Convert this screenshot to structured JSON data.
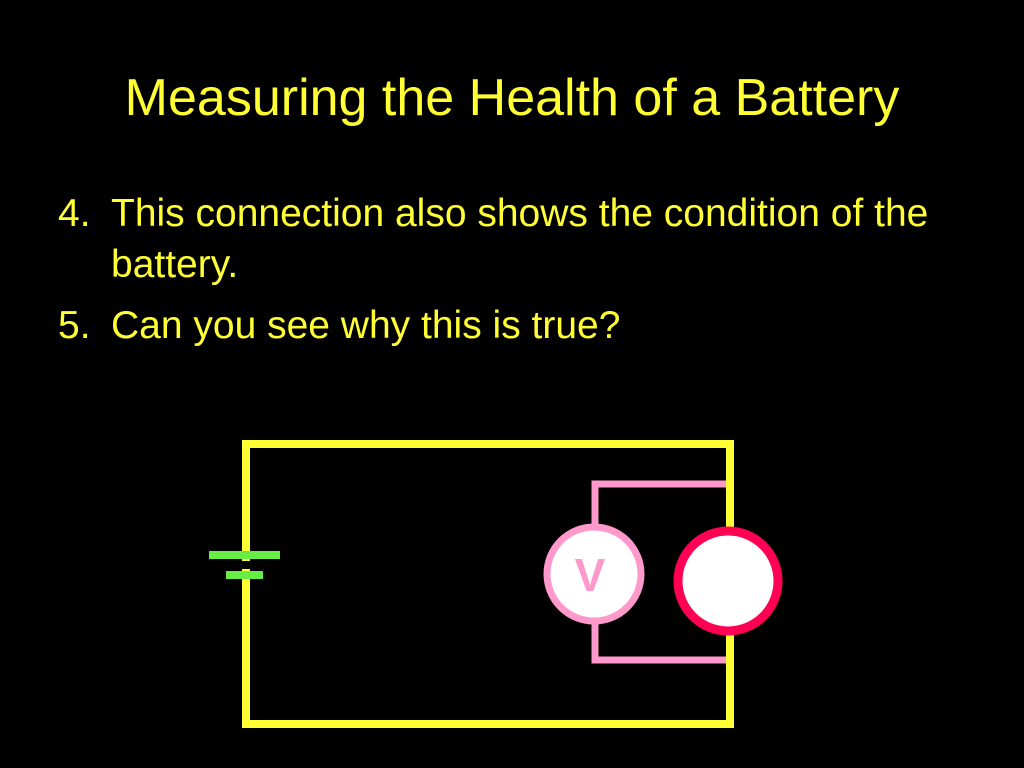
{
  "slide": {
    "title": "Measuring the Health of a Battery",
    "points": [
      {
        "number": "4.",
        "text": "This connection also shows the condition of the battery."
      },
      {
        "number": "5.",
        "text": "Can you see why this is true?"
      }
    ]
  },
  "diagram": {
    "voltmeter_symbol": "V",
    "components": [
      "battery-icon",
      "voltmeter-icon",
      "bulb-icon"
    ]
  },
  "colors": {
    "background": "#000000",
    "text": "#FFFF33",
    "main_wire": "#FFFF33",
    "battery": "#66EE44",
    "meter_wire": "#FF99CC",
    "bulb_outline": "#FF0055",
    "bulb_fill": "#FFFFFF"
  }
}
